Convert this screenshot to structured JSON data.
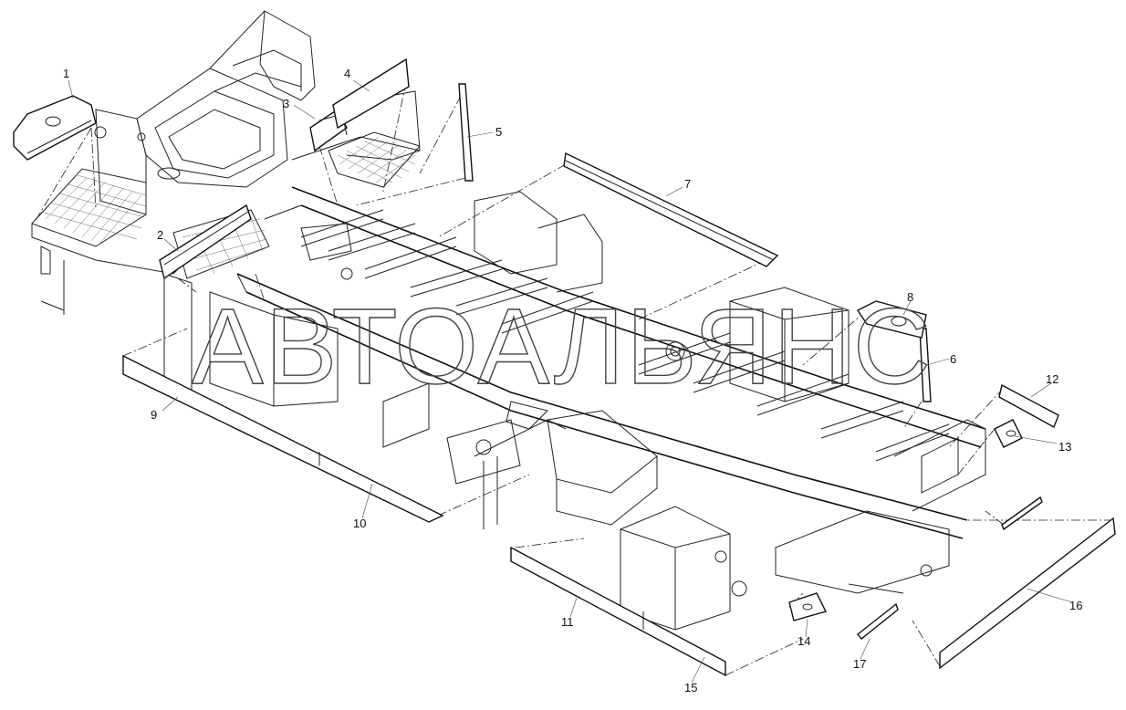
{
  "diagram": {
    "watermark": "АВТОАЛЬЯНС",
    "callouts": [
      "1",
      "2",
      "3",
      "4",
      "5",
      "6",
      "7",
      "8",
      "9",
      "10",
      "11",
      "12",
      "13",
      "14",
      "15",
      "16",
      "17"
    ]
  }
}
